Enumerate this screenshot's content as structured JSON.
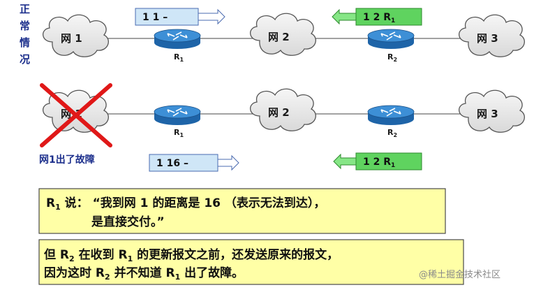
{
  "side_label": [
    "正",
    "常",
    "情",
    "况"
  ],
  "networks": {
    "net1": "网 1",
    "net2": "网 2",
    "net3": "网 3"
  },
  "routers": {
    "r1": "R",
    "r1_sub": "1",
    "r2": "R",
    "r2_sub": "2"
  },
  "top_messages": {
    "r1_update": "1  1  –",
    "r2_update": "1  2  R",
    "r2_update_sub": "1"
  },
  "bottom_messages": {
    "r1_update": "1  16  –",
    "r2_update": "1  2  R",
    "r2_update_sub": "1"
  },
  "fault_label": "网1出了故障",
  "box1": {
    "speaker": "R",
    "speaker_sub": "1",
    "line1_rest": " 说：  “我到网 1 的距离是 16 （表示无法到达），",
    "line2": "是直接交付。”"
  },
  "box2": {
    "line1_a": "但 R",
    "line1_sub1": "2",
    "line1_b": " 在收到 R",
    "line1_sub2": "1",
    "line1_c": " 的更新报文之前，还发送原来的报文，",
    "line2_a": "因为这时  R",
    "line2_sub1": "2",
    "line2_b": " 并不知道  R",
    "line2_sub2": "1",
    "line2_c": " 出了故障。"
  },
  "watermark": "@稀土掘金技术社区",
  "colors": {
    "background": "#ffffff",
    "side_text": "#1c2f8c",
    "cloud_fill": "#e8e8e8",
    "router_top": "#3d8fd6",
    "router_side": "#1e64a8",
    "msg_box_blue": "#cfe6f7",
    "msg_box_green": "#5fd35f",
    "arrow_white_border": "#4a6bb0",
    "arrow_green_border": "#2e8a2e",
    "text_box_bg": "#ffffa6",
    "text_box_border": "#4a4a4a",
    "cross": "#e01818",
    "arrow_fill_green": "#86e686",
    "arrow_fill_white": "#ffffff"
  }
}
